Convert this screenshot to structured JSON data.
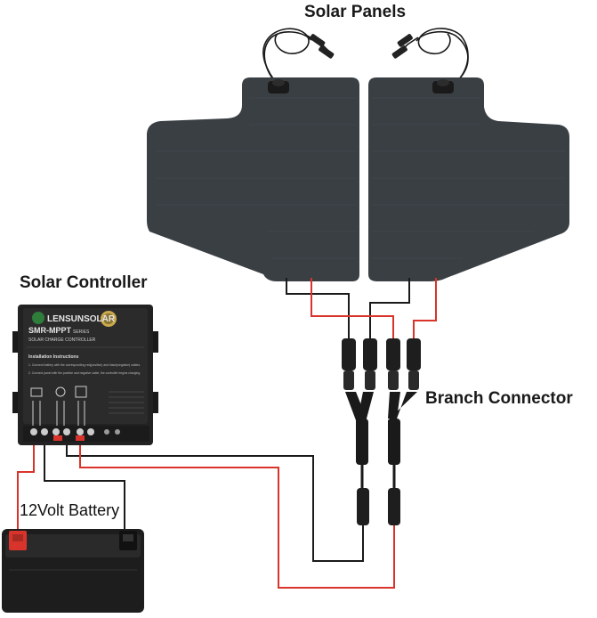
{
  "labels": {
    "solar_panels": "Solar Panels",
    "solar_controller": "Solar Controller",
    "branch_connector": "Branch Connector",
    "battery": "12Volt Battery"
  },
  "controller": {
    "brand": "LENSUNSOLAR",
    "model": "SMR-MPPT",
    "model_suffix": "SERIES",
    "subtitle": "SOLAR CHARGE CONTROLLER",
    "instructions_title": "Installation Instructions",
    "instructions_line1": "1. Connect battery with the corresponding red(positive) and black(negative) cables.",
    "instructions_line2": "2. Connect panel with the positive and negative cable, the controller begins charging."
  },
  "colors": {
    "positive_wire": "#d9342b",
    "negative_wire": "#1a1a1a",
    "panel": "#3a3f44",
    "controller_body": "#222222",
    "battery_body": "#1d1d1d"
  }
}
